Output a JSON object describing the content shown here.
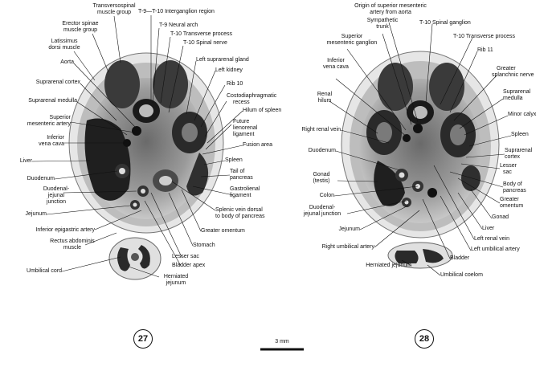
{
  "panels": [
    {
      "number": "27"
    },
    {
      "number": "28"
    }
  ],
  "scale_bar": {
    "label": "3 mm"
  },
  "labels_27": {
    "transversospinal": "Transversospinal",
    "muscle_group_1": "muscle group",
    "erector_spinae": "Erector spinae",
    "muscle_group_2": "muscle group",
    "latissimus": "Latissimus",
    "dorsi_muscle": "dorsi muscle",
    "aorta": "Aorta",
    "suprarenal_cortex": "Suprarenal cortex",
    "suprarenal_medulla": "Suprarenal medulla",
    "superior": "Superior",
    "mesenteric_artery": "mesenteric artery",
    "inferior": "Inferior",
    "vena_cava": "vena cava",
    "liver": "Liver",
    "duodenum": "Duodenum",
    "duodenal": "Duodenal-",
    "jejunal": "jejunal",
    "junction": "junction",
    "jejunum": "Jejunum",
    "inferior_epigastric": "Inferior epigastric artery",
    "rectus_abdominis": "Rectus abdominis",
    "muscle": "muscle",
    "umbilical_cord": "Umbilical cord",
    "t9_t10": "T-9—T-10 Interganglion region",
    "t9_neural_arch": "T-9 Neural arch",
    "t10_transverse": "T-10 Transverse process",
    "t10_spinal_nerve": "T-10 Spinal nerve",
    "left_suprarenal": "Left suprarenal gland",
    "left_kidney": "Left kidney",
    "rib10": "Rib 10",
    "costodiaphragmatic": "Costodiaphragmatic",
    "recess": "recess",
    "hilum_spleen": "Hilum of spleen",
    "future": "Future",
    "lienorenal": "lienorenal",
    "ligament_1": "ligament",
    "fusion_area": "Fusion area",
    "spleen": "Spleen",
    "tail_of": "Tail of",
    "pancreas_1": "pancreas",
    "gastrolienal": "Gastrolienal",
    "ligament_2": "ligament",
    "splenic_vein": "Splenic vein dorsal",
    "to_body": "to body of pancreas",
    "greater_omentum": "Greater omentum",
    "stomach": "Stomach",
    "lesser_sac": "Lesser sac",
    "bladder_apex": "Bladder apex",
    "herniated": "Herniated",
    "jejunum_2": "jejunum"
  },
  "labels_28": {
    "origin_1": "Origin of superior mesenteric",
    "origin_2": "artery from aorta",
    "sympathetic": "Sympathetic",
    "trunk": "trunk",
    "superior": "Superior",
    "mesenteric_ganglion": "mesenteric ganglion",
    "t10_spinal_ganglion": "T-10 Spinal ganglion",
    "t10_transverse": "T-10 Transverse process",
    "rib11": "Rib 11",
    "greater": "Greater",
    "splanchnic": "splanchnic nerve",
    "suprarenal": "Suprarenal",
    "medulla": "medulla",
    "minor_calyx": "Minor calyx",
    "spleen": "Spleen",
    "suprarenal_2": "Suprarenal",
    "cortex": "cortex",
    "lesser": "Lesser",
    "sac": "sac",
    "body_of": "Body of",
    "pancreas": "pancreas",
    "greater_2": "Greater",
    "omentum": "omentum",
    "gonad": "Gonad",
    "liver": "Liver",
    "left_renal_vein": "Left renal vein",
    "left_umbilical": "Left umbilical artery",
    "bladder": "Bladder",
    "umbilical_coelom": "Umbilical coelom",
    "inferior": "Inferior",
    "vena_cava": "vena cava",
    "renal": "Renal",
    "hilum": "hilum",
    "right_renal_vein": "Right renal vein",
    "duodenum": "Duodenum",
    "gonad_l": "Gonad",
    "testis": "(testis)",
    "colon": "Colon",
    "duodenal": "Duodenal-",
    "jejunal_junction": "jejunal junction",
    "jejunum": "Jejunum",
    "right_umbilical": "Right umbilical artery",
    "herniated_jejunum": "Herniated jejunum"
  },
  "colors": {
    "ink": "#111111",
    "tissue_light": "#d9d9d9",
    "tissue_mid": "#8a8a8a",
    "tissue_dark": "#1e1e1e"
  }
}
